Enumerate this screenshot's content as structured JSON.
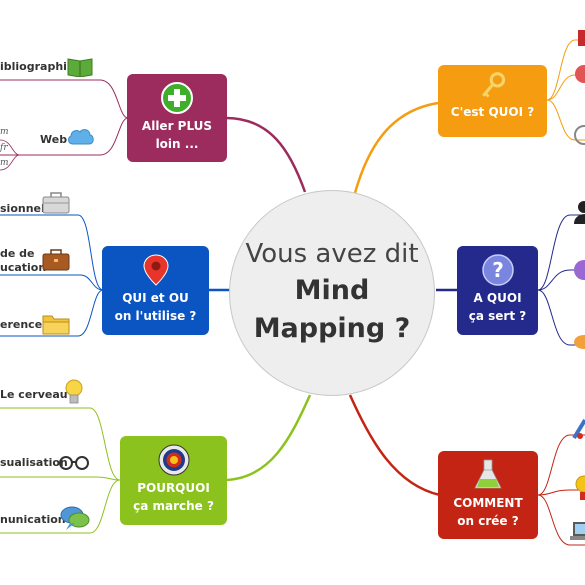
{
  "center": {
    "line1": "Vous avez dit",
    "line2": "Mind",
    "line3": "Mapping ?"
  },
  "branches": {
    "aller_plus_loin": {
      "label": "Aller PLUS\nloin ...",
      "color": "#9c2b5e"
    },
    "qui_et_ou": {
      "label": "QUI et OU\non l'utilise ?",
      "color": "#0b55c2"
    },
    "pourquoi": {
      "label": "POURQUOI\nça marche ?",
      "color": "#8cc21d"
    },
    "cest_quoi": {
      "label": "C'est QUOI ?",
      "color": "#f59c10"
    },
    "a_quoi": {
      "label": "A QUOI\nça sert ?",
      "color": "#232a8c"
    },
    "comment": {
      "label": "COMMENT\non crée ?",
      "color": "#c32414"
    }
  },
  "leaves": {
    "bibliographie": "ibliographie",
    "web": "Web",
    "web_sub1": "m",
    "web_sub2": "fr",
    "web_sub3": "m",
    "professionnel": "sionnel",
    "education_1": "de de",
    "education_2": "ucation",
    "references": "erences",
    "cerveau": "Le cerveau",
    "visualisation": "sualisation",
    "communication": "nunication"
  },
  "icons": {
    "plus": "plus-circle-icon",
    "pin": "map-pin-icon",
    "target": "target-icon",
    "key": "key-icon",
    "question": "question-icon",
    "flask": "flask-icon",
    "book": "book-icon",
    "cloud": "cloud-icon",
    "briefcase_grey": "briefcase-icon",
    "briefcase_brown": "school-bag-icon",
    "folder": "folder-icon",
    "bulb": "lightbulb-icon",
    "glasses": "glasses-icon",
    "speech": "speech-bubbles-icon"
  }
}
